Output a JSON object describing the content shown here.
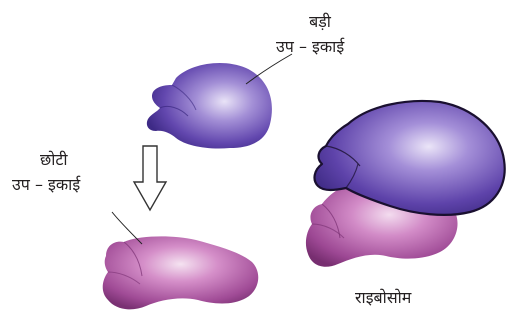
{
  "labels": {
    "large_subunit_line1": "बड़ी",
    "large_subunit_line2": "उप – इकाई",
    "small_subunit_line1": "छोटी",
    "small_subunit_line2": "उप – इकाई",
    "ribosome": "राइबोसोम"
  },
  "colors": {
    "large_subunit": "#5b3fa3",
    "small_subunit": "#a9559f",
    "outline": "#1a1030"
  }
}
